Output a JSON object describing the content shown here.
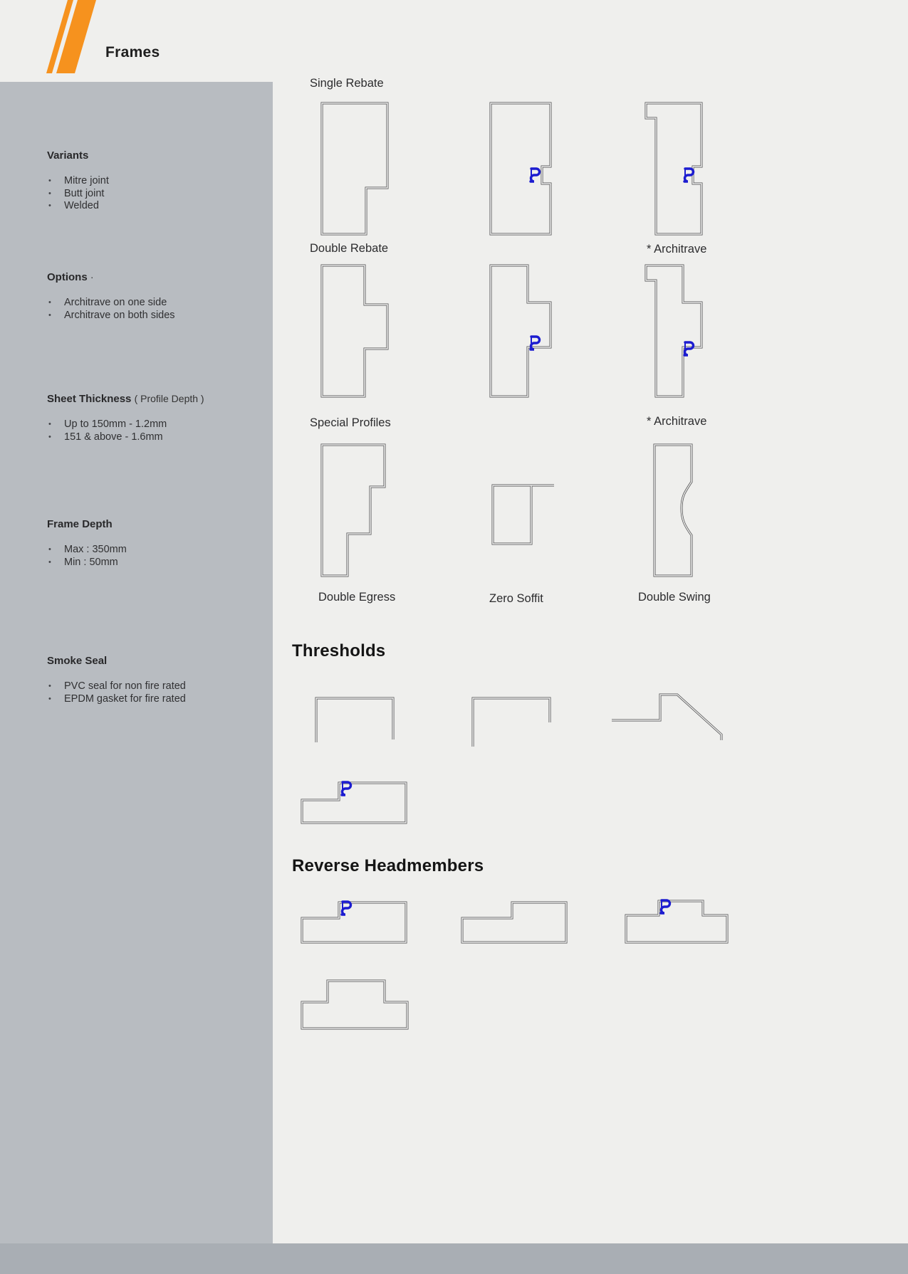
{
  "page": {
    "title": "Frames"
  },
  "sidebar": {
    "sections": [
      {
        "title": "Variants",
        "suffix": "",
        "items": [
          "Mitre joint",
          "Butt joint",
          "Welded"
        ]
      },
      {
        "title": "Options",
        "suffix": "·",
        "items": [
          "Architrave on one side",
          "Architrave on both sides"
        ]
      },
      {
        "title": "Sheet Thickness",
        "suffix": "( Profile Depth )",
        "items": [
          "Up to 150mm - 1.2mm",
          "151 & above - 1.6mm"
        ]
      },
      {
        "title": "Frame Depth",
        "suffix": "",
        "items": [
          "Max : 350mm",
          "Min  : 50mm"
        ]
      },
      {
        "title": "Smoke Seal",
        "suffix": "",
        "items": [
          "PVC seal for non fire rated",
          "EPDM gasket for fire rated"
        ]
      }
    ]
  },
  "profiles": {
    "single_rebate_label": "Single Rebate",
    "double_rebate_label": "Double Rebate",
    "architrave_label_1": "* Architrave",
    "architrave_label_2": "* Architrave",
    "special_profiles_label": "Special Profiles",
    "double_egress_label": "Double Egress",
    "zero_soffit_label": "Zero Soffit",
    "double_swing_label": "Double Swing"
  },
  "sections": {
    "thresholds_title": "Thresholds",
    "reverse_headmembers_title": "Reverse Headmembers"
  },
  "colors": {
    "accent_orange": "#F6921E",
    "seal_blue": "#1c1cd0",
    "sidebar_gray": "#b8bcc1",
    "page_background": "#efefed",
    "line_gray": "#4c4c4e"
  },
  "icons": {
    "seal": "smoke-seal-icon",
    "logo": "brand-logo-stripes-icon"
  }
}
